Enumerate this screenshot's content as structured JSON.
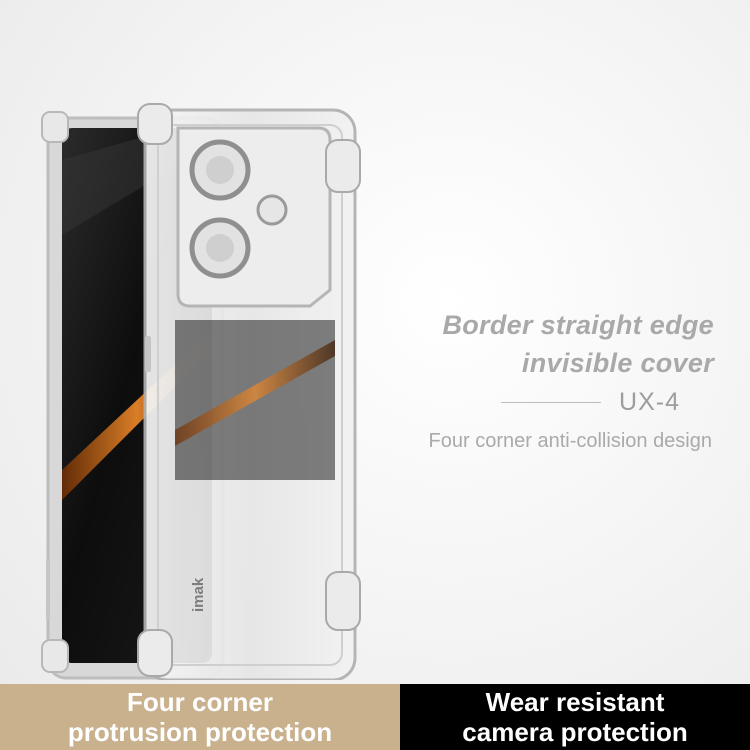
{
  "headline": {
    "line1": "Border straight edge",
    "line2": "invisible cover"
  },
  "model": "UX-4",
  "subtitle": "Four corner anti-collision design",
  "brand_mark": "imak",
  "bottom_bands": [
    {
      "line1": "Four corner",
      "line2": "protrusion protection",
      "bg": "#c9b18e",
      "color": "#ffffff"
    },
    {
      "line1": "Wear resistant",
      "line2": "camera protection",
      "bg": "#000000",
      "color": "#ffffff"
    }
  ]
}
